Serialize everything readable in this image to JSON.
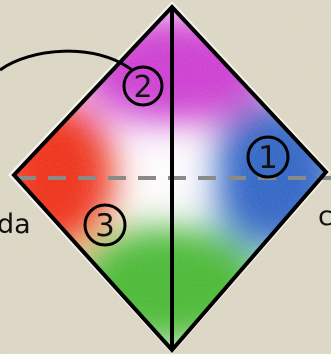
{
  "diagram": {
    "colors": {
      "background": "#e2dccb",
      "outline": "#000000",
      "dashed_axis": "#8a8a8a",
      "top": "#cc3ad0",
      "right": "#2f63c4",
      "bottom": "#46b830",
      "left": "#ee2d18"
    },
    "region_markers": [
      {
        "number": "1"
      },
      {
        "number": "2"
      },
      {
        "number": "3"
      }
    ],
    "side_labels": {
      "left": "da",
      "right": "c"
    }
  }
}
